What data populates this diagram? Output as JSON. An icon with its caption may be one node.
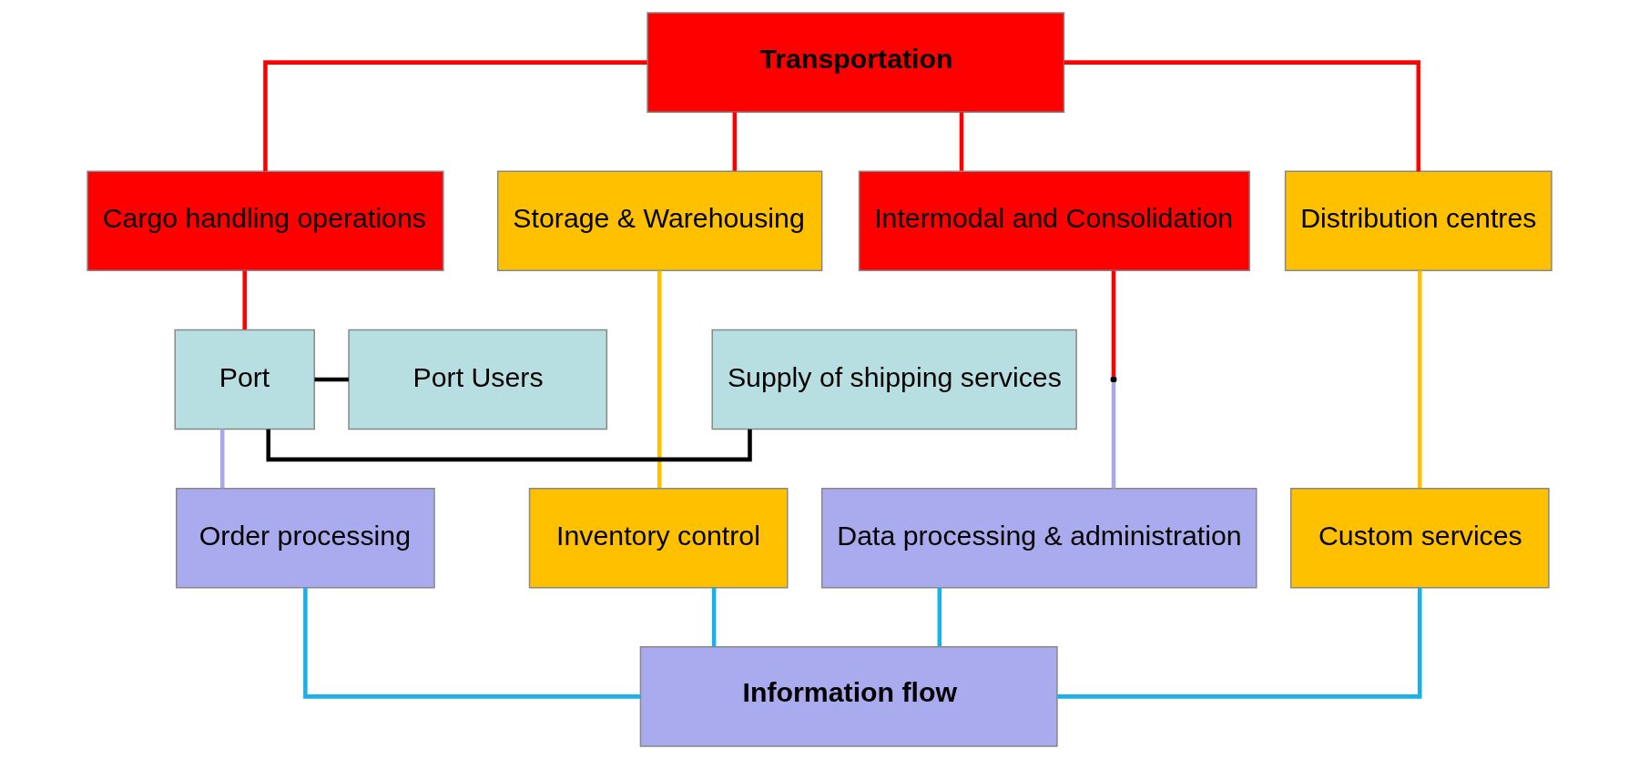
{
  "diagram": {
    "nodes": [
      {
        "text": [
          "Transportation"
        ]
      },
      {
        "text": [
          "Cargo handling operations"
        ]
      },
      {
        "text": [
          "Storage & Warehousing"
        ]
      },
      {
        "text": [
          "Intermodal and Consolidation"
        ]
      },
      {
        "text": [
          "Distribution centres"
        ]
      },
      {
        "text": [
          "Supply of shipping services"
        ]
      },
      {
        "text": [
          "Port"
        ]
      },
      {
        "text": [
          "Port Users"
        ]
      },
      {
        "text": [
          "Order processing"
        ]
      },
      {
        "text": [
          "Inventory control"
        ]
      },
      {
        "text": [
          "Data processing & administration"
        ]
      },
      {
        "text": [
          "Custom services"
        ]
      },
      {
        "text": [
          "Information flow"
        ]
      }
    ],
    "edges": [
      {
        "from": 0,
        "to": 1,
        "arrow": "none"
      },
      {
        "from": 0,
        "to": 2,
        "arrow": "none"
      },
      {
        "from": 0,
        "to": 3,
        "arrow": "none"
      },
      {
        "from": 0,
        "to": 4,
        "arrow": "none"
      },
      {
        "from": 1,
        "to": 6,
        "arrow": "none"
      },
      {
        "from": 2,
        "to": 9,
        "arrow": "none",
        "color": "#ffc000"
      },
      {
        "from": 3,
        "to": null,
        "arrow": "none"
      },
      {
        "from": 4,
        "to": 11,
        "arrow": "none",
        "color": "#ffc000"
      },
      {
        "from": 5,
        "to": 6,
        "arrow": "none",
        "color": "#000000"
      },
      {
        "from": 6,
        "to": 7,
        "arrow": "none",
        "color": "#000000"
      },
      {
        "from": 6,
        "to": 8,
        "arrow": "none",
        "color": "#a9a9e8"
      },
      {
        "from": null,
        "to": 10,
        "arrow": "none",
        "color": "#a9a9e8"
      },
      {
        "from": 8,
        "to": 12,
        "arrow": "none",
        "color": "#1ab0e8"
      },
      {
        "from": 9,
        "to": 12,
        "arrow": "none",
        "color": "#1ab0e8"
      },
      {
        "from": 10,
        "to": 12,
        "arrow": "none",
        "color": "#1ab0e8"
      },
      {
        "from": 11,
        "to": 12,
        "arrow": "none",
        "color": "#1ab0e8"
      }
    ]
  }
}
